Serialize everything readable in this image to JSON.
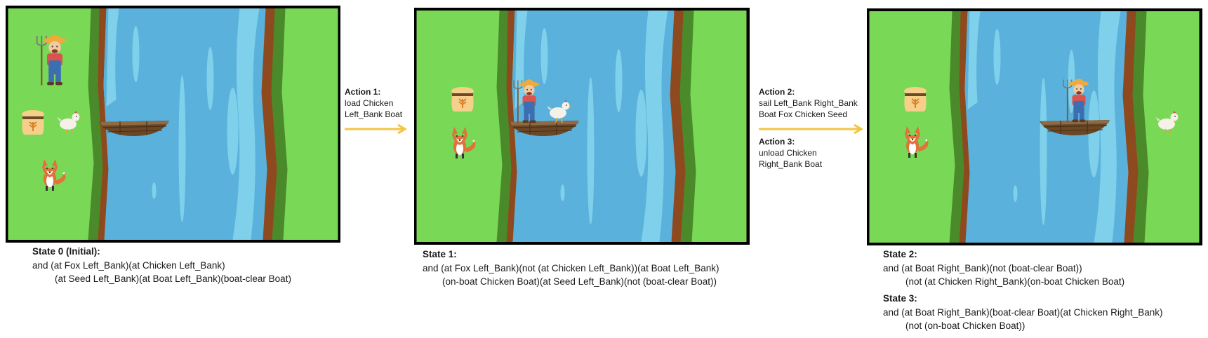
{
  "colors": {
    "grass": "#79d856",
    "water": "#5ab1dc",
    "water_light": "#7fd0ea",
    "bank_dark": "#4a8a2a",
    "bank_brown": "#8e4a1e",
    "frame": "#000000",
    "arrow": "#f5c542"
  },
  "states": [
    {
      "title": "State 0 (Initial):",
      "lines": [
        "and (at Fox Left_Bank)(at Chicken Left_Bank)",
        "(at Seed Left_Bank)(at Boat Left_Bank)(boat-clear Boat)"
      ]
    },
    {
      "title": "State 1:",
      "lines": [
        "and (at Fox Left_Bank)(not (at Chicken Left_Bank))(at Boat Left_Bank)",
        "(on-boat Chicken Boat)(at Seed Left_Bank)(not (boat-clear Boat))"
      ]
    },
    {
      "title": "State 2:",
      "lines": [
        "and (at Boat Right_Bank)(not (boat-clear Boat))",
        "(not (at Chicken Right_Bank)(on-boat Chicken Boat)"
      ]
    },
    {
      "title": "State 3:",
      "lines": [
        "and (at Boat Right_Bank)(boat-clear Boat)(at Chicken Right_Bank)",
        "(not (on-boat Chicken Boat))"
      ]
    }
  ],
  "actions": [
    {
      "title": "Action 1:",
      "lines": [
        "load Chicken",
        "Left_Bank Boat"
      ]
    },
    {
      "title": "Action 2:",
      "lines": [
        "sail Left_Bank Right_Bank",
        "Boat Fox Chicken Seed"
      ]
    },
    {
      "title": "Action 3:",
      "lines": [
        "unload Chicken",
        "Right_Bank Boat"
      ]
    }
  ]
}
